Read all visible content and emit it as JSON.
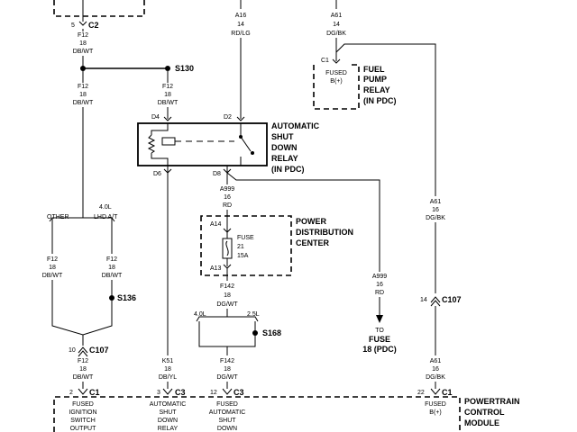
{
  "wires": {
    "f12_top": [
      "F12",
      "18",
      "DB/WT"
    ],
    "f12_mid": [
      "F12",
      "18",
      "DB/WT"
    ],
    "f12_branch": [
      "F12",
      "18",
      "DB/WT"
    ],
    "f12_other": [
      "F12",
      "18",
      "DB/WT"
    ],
    "f12_lhd": [
      "F12",
      "18",
      "DB/WT"
    ],
    "f12_bottom": [
      "F12",
      "18",
      "DB/WT"
    ],
    "a16": [
      "A16",
      "14",
      "RD/LG"
    ],
    "a61_top": [
      "A61",
      "14",
      "DG/BK"
    ],
    "a61_mid": [
      "A61",
      "16",
      "DG/BK"
    ],
    "a61_bottom": [
      "A61",
      "16",
      "DG/BK"
    ],
    "a999_left": [
      "A999",
      "16",
      "RD"
    ],
    "a999_right": [
      "A999",
      "16",
      "RD"
    ],
    "f142_top": [
      "F142",
      "18",
      "DG/WT"
    ],
    "f142_bottom": [
      "F142",
      "18",
      "DG/WT"
    ],
    "k51": [
      "K51",
      "18",
      "DB/YL"
    ]
  },
  "connectors": {
    "c2": {
      "pin": "5",
      "name": "C2"
    },
    "c1_relay": {
      "pin": "C1",
      "text": "FUSED",
      "text2": "B(+)"
    },
    "c107_left": {
      "pin": "10",
      "name": "C107"
    },
    "c107_right": {
      "pin": "14",
      "name": "C107"
    },
    "c1_pcm_left": {
      "pin": "2",
      "name": "C1"
    },
    "c3_a": {
      "pin": "3",
      "name": "C3"
    },
    "c3_b": {
      "pin": "12",
      "name": "C3"
    },
    "c1_pcm_right": {
      "pin": "22",
      "name": "C1"
    }
  },
  "splices": {
    "s130": "S130",
    "s136": "S136",
    "s168": "S168"
  },
  "branch_labels": {
    "other": "OTHER",
    "engine": "4.0L",
    "lhd": "LHD A/T",
    "s168_left": "4.0L",
    "s168_right": "2.5L"
  },
  "fuel_pump_relay": [
    "FUEL",
    "PUMP",
    "RELAY",
    "(IN PDC)"
  ],
  "asd_relay": {
    "title": [
      "AUTOMATIC",
      "SHUT",
      "DOWN",
      "RELAY",
      "(IN PDC)"
    ],
    "pins": {
      "d4": "D4",
      "d2": "D2",
      "d6": "D6",
      "d8": "D8"
    }
  },
  "pdc": {
    "title": [
      "POWER",
      "DISTRIBUTION",
      "CENTER"
    ],
    "pin_top": "A14",
    "pin_bottom": "A13",
    "fuse": [
      "FUSE",
      "21",
      "15A"
    ]
  },
  "fuse18": {
    "to": "TO",
    "name": [
      "FUSE",
      "18 (PDC)"
    ]
  },
  "pcm": {
    "title": [
      "POWERTRAIN",
      "CONTROL",
      "MODULE"
    ],
    "pins": [
      [
        "FUSED",
        "IGNITION",
        "SWITCH",
        "OUTPUT"
      ],
      [
        "AUTOMATIC",
        "SHUT",
        "DOWN",
        "RELAY"
      ],
      [
        "FUSED",
        "AUTOMATIC",
        "SHUT",
        "DOWN"
      ],
      [
        "FUSED",
        "B(+)"
      ]
    ]
  }
}
